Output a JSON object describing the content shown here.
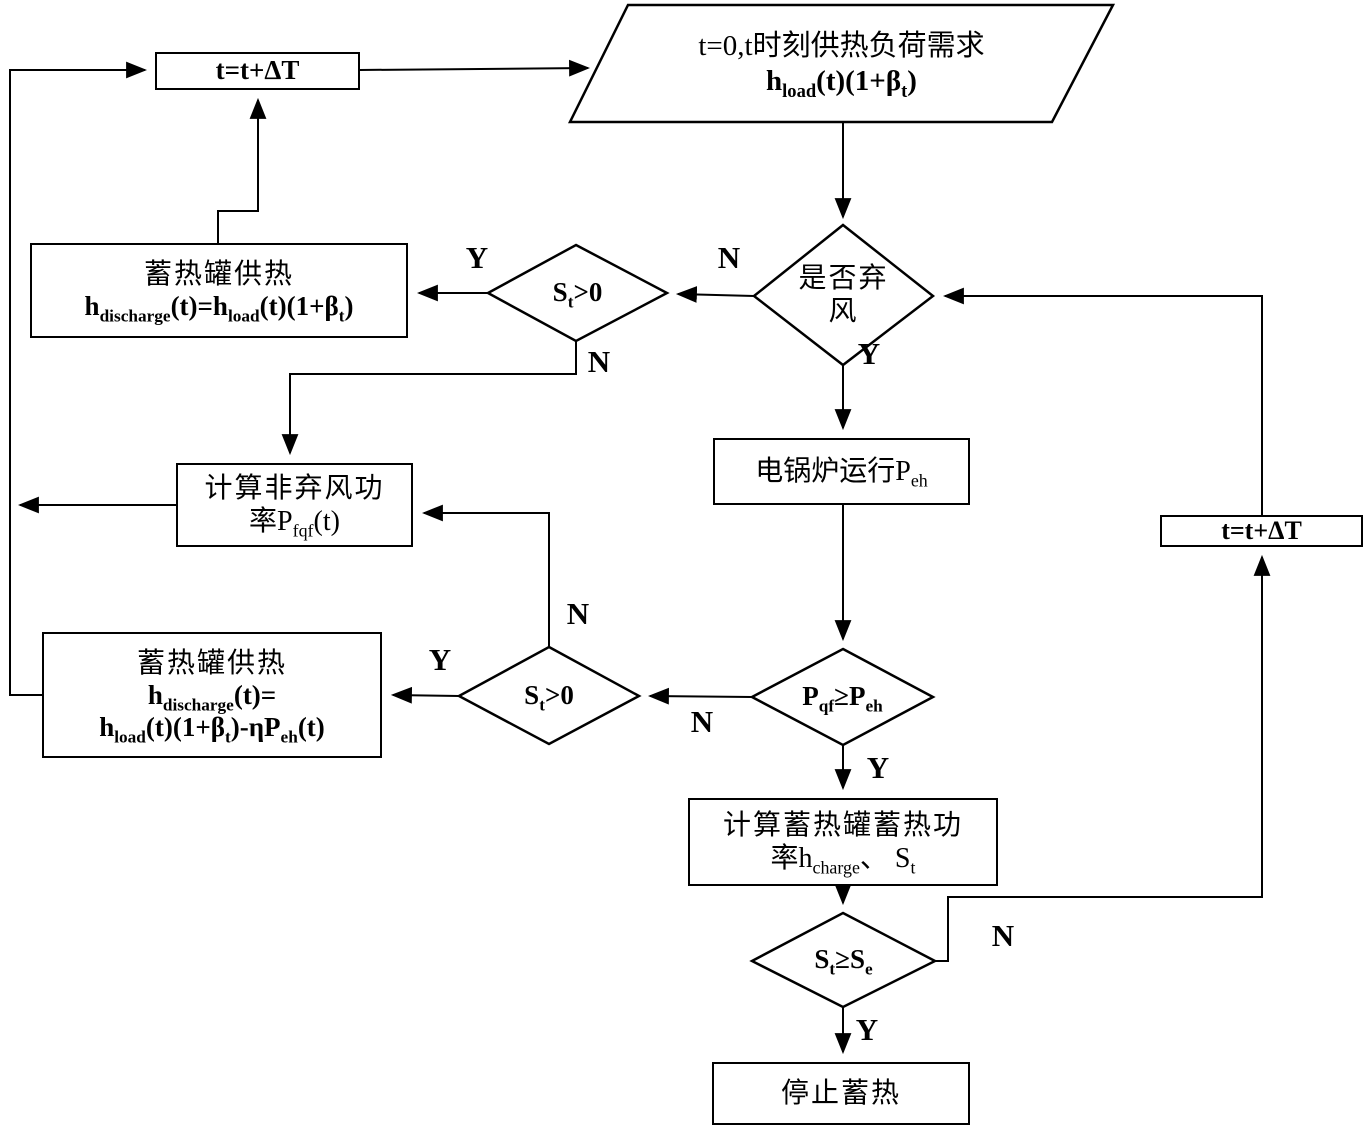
{
  "nodes": {
    "update_time_left": {
      "label": "t=t+ΔT"
    },
    "input": {
      "lines": [
        "t=0,t时刻供热负荷需求",
        "h_{load}(t)(1+β_{t})"
      ]
    },
    "decision_curtail": {
      "lines": [
        "是否弃",
        "风"
      ]
    },
    "decision_st1": {
      "label": "S_{t}>0"
    },
    "discharge1": {
      "lines": [
        "蓄热罐供热",
        "h_{discharge}(t)=h_{load}(t)(1+β_{t})"
      ]
    },
    "boiler": {
      "label": "电锅炉运行P_{eh}"
    },
    "fqf": {
      "lines": [
        "计算非弃风功",
        "率P_{fqf}(t)"
      ]
    },
    "discharge2": {
      "lines": [
        "蓄热罐供热",
        "h_{discharge}(t)=",
        "h_{load}(t)(1+β_{t})-ηP_{eh}(t)"
      ]
    },
    "decision_st2": {
      "label": "S_{t}>0"
    },
    "decision_pqf": {
      "label": "P_{qf}≥P_{eh}"
    },
    "charge": {
      "lines": [
        "计算蓄热罐蓄热功",
        "率h_{charge}、 S_{t}"
      ]
    },
    "decision_se": {
      "label": "S_{t}≥S_{e}"
    },
    "stop": {
      "label": "停止蓄热"
    },
    "update_time_right": {
      "label": "t=t+ΔT"
    }
  },
  "edge_labels": {
    "curtail_no": "N",
    "curtail_yes": "Y",
    "st1_yes": "Y",
    "st1_no": "N",
    "st2_no": "N",
    "st2_yes": "Y",
    "pqf_no": "N",
    "pqf_yes": "Y",
    "se_yes": "Y",
    "se_no": "N"
  },
  "colors": {
    "stroke": "#000000",
    "background": "#ffffff"
  }
}
